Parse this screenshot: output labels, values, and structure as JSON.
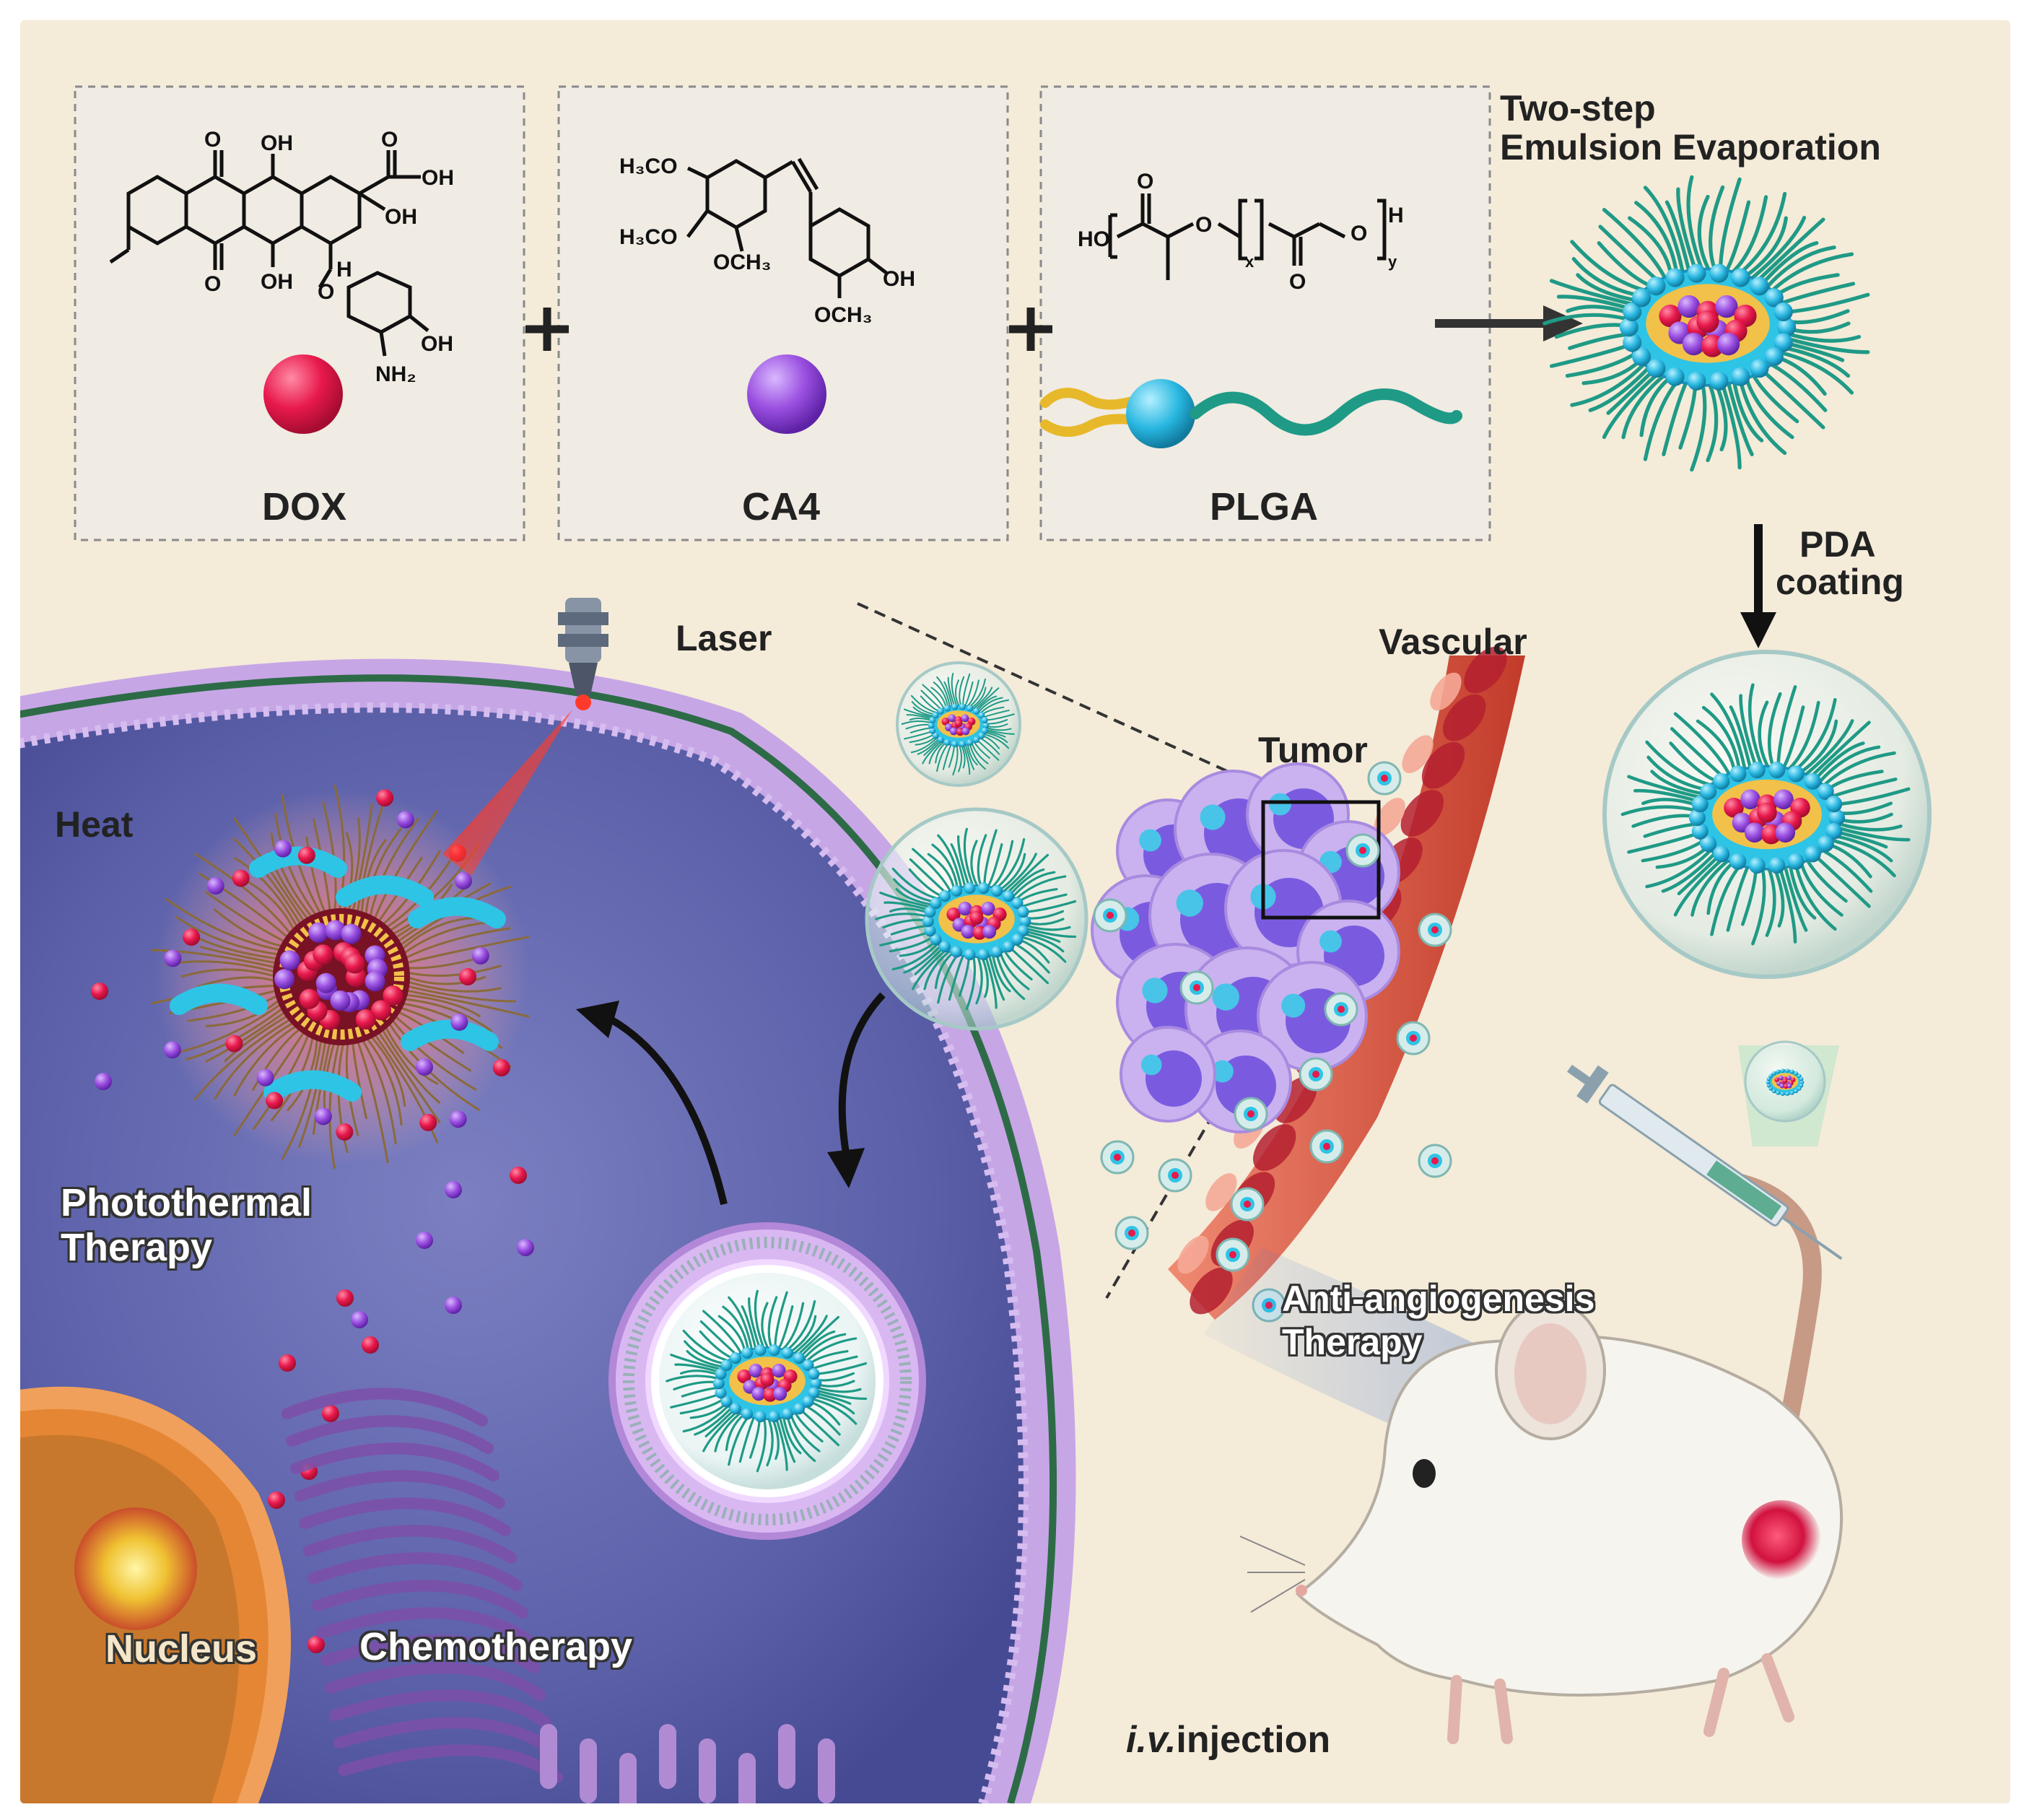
{
  "synthesis": {
    "components": [
      {
        "name": "DOX",
        "sphere_color": "#e8194c"
      },
      {
        "name": "CA4",
        "sphere_color": "#9a4fe0"
      },
      {
        "name": "PLGA"
      }
    ],
    "plus_sign": "+",
    "method_line1": "Two-step",
    "method_line2": "Emulsion Evaporation",
    "coating_line1": "PDA",
    "coating_line2": "coating"
  },
  "structures": {
    "dox_groups": [
      "OH",
      "O",
      "OH",
      "OH",
      "O",
      "OH",
      "O",
      "H",
      "O",
      "NH2",
      "OH"
    ],
    "ca4_groups": [
      "H3CO",
      "H3CO",
      "OCH3",
      "OH",
      "OCH3"
    ],
    "plga_groups": [
      "HO",
      "O",
      "O",
      "x",
      "O",
      "O",
      "H",
      "y"
    ]
  },
  "scene": {
    "laser": "Laser",
    "vascular": "Vascular",
    "tumor": "Tumor",
    "heat": "Heat",
    "photothermal_line1": "Photothermal",
    "photothermal_line2": "Therapy",
    "nucleus": "Nucleus",
    "chemotherapy": "Chemotherapy",
    "antiangio_line1": "Anti-angiogenesis",
    "antiangio_line2": "Therapy",
    "injection_italic": "i.v.",
    "injection_rest": "injection"
  },
  "colors": {
    "background": "#f4ebd9",
    "dox": "#e8194c",
    "ca4": "#9a4fe0",
    "shell": "#2ec4e6",
    "corona": "#1f9a86",
    "cell_interior": "#5a5fa8",
    "membrane": "#c7a6e6"
  }
}
